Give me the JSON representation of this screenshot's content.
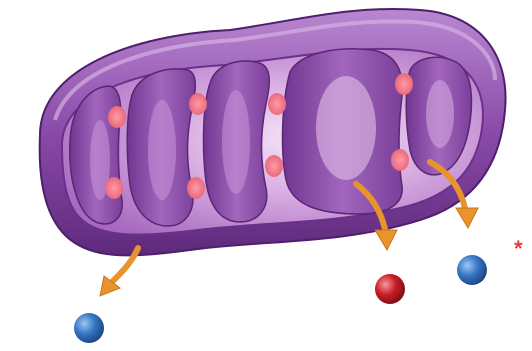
{
  "illustration": {
    "subject": "mitochondrion-cross-section",
    "marker_symbol": "*",
    "colors": {
      "outer_membrane": "#7d3f9e",
      "outer_membrane_light": "#b27ccb",
      "matrix": "#cfa0dc",
      "matrix_highlight": "#f3e1f5",
      "cristae": "#8f55ad",
      "protein_complex": "#ef7d8d",
      "arrow": "#e7942d",
      "sphere_blue": "#2f6fbd",
      "sphere_red": "#c41b25",
      "marker": "#e03b3b"
    },
    "released_particles": [
      {
        "name": "blue-sphere-left",
        "color": "blue"
      },
      {
        "name": "red-sphere-center",
        "color": "red"
      },
      {
        "name": "blue-sphere-right",
        "color": "blue"
      }
    ]
  }
}
